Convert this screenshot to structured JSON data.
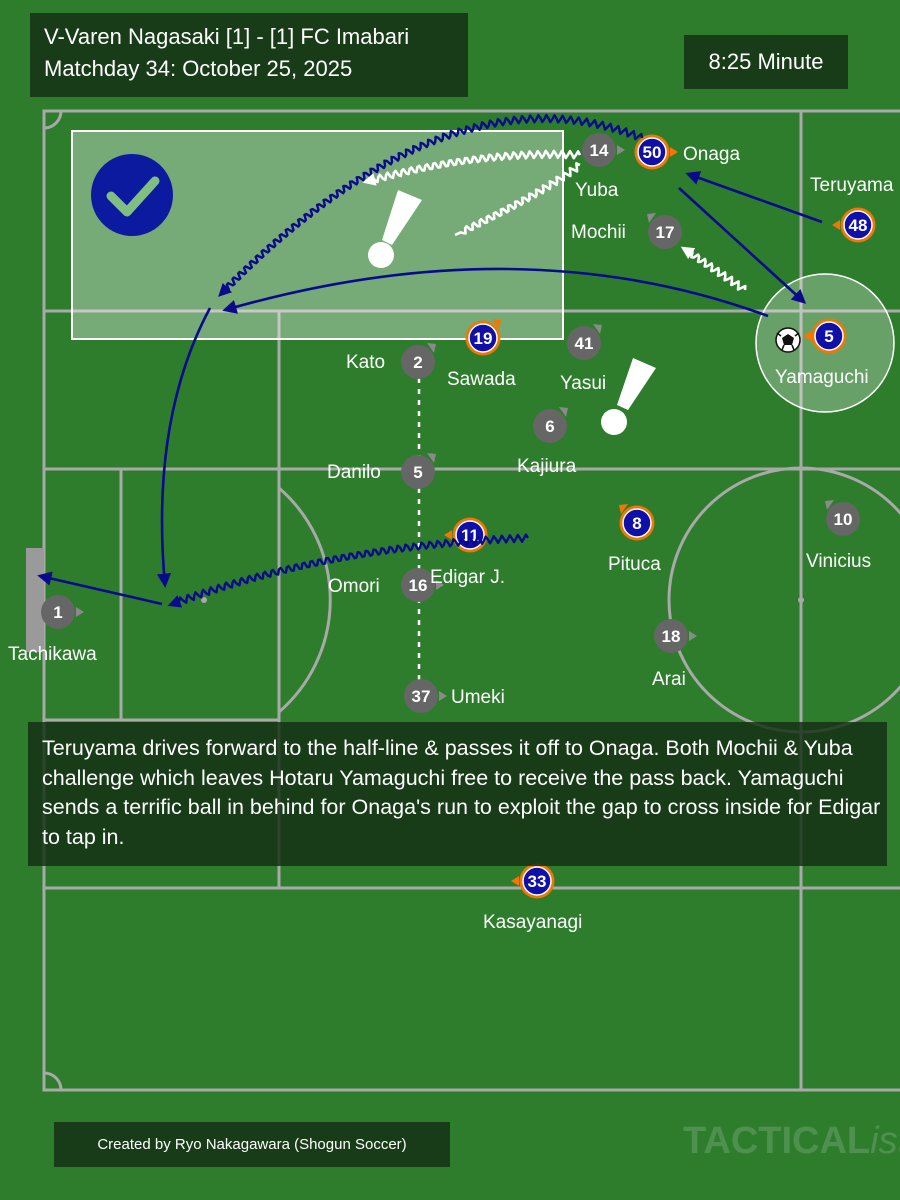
{
  "header": {
    "match_line": "V-Varen Nagasaki [1] - [1] FC Imabari",
    "matchday_line": "Matchday 34: October 25, 2025",
    "minute": "8:25 Minute"
  },
  "caption": "Teruyama drives forward to the half-line & passes it off to Onaga. Both Mochii & Yuba challenge which leaves Hotaru Yamaguchi free to receive the pass back. Yamaguchi sends a terrific ball in behind for Onaga's run to exploit the gap to cross inside for Edigar to tap in.",
  "credit": "Created by Ryo Nakagawara (Shogun Soccer)",
  "watermark": {
    "bold": "TACTICAL",
    "italic": "ista"
  },
  "colors": {
    "pitch": "#2d7d2d",
    "lines": "#a9a9a9",
    "attacker_fill": "#1010a8",
    "attacker_ring": "#f07800",
    "defender_fill": "#666666",
    "arrow": "#0a0a8c",
    "zone_check": "#0c1aa0"
  },
  "icons": {
    "zone_marker": "checkmark-icon",
    "ball": "soccer-ball-icon",
    "alert": "exclamation-icon"
  },
  "players": {
    "attackers": [
      {
        "id": "onaga",
        "number": "50",
        "name": "Onaga"
      },
      {
        "id": "teruyama",
        "number": "48",
        "name": "Teruyama"
      },
      {
        "id": "yamaguchi",
        "number": "5",
        "name": "Yamaguchi"
      },
      {
        "id": "sawada",
        "number": "19",
        "name": "Sawada"
      },
      {
        "id": "edigar",
        "number": "11",
        "name": "Edigar J."
      },
      {
        "id": "pituca",
        "number": "8",
        "name": "Pituca"
      },
      {
        "id": "kasayanagi",
        "number": "33",
        "name": "Kasayanagi"
      }
    ],
    "defenders": [
      {
        "id": "yuba",
        "number": "14",
        "name": "Yuba"
      },
      {
        "id": "mochii",
        "number": "17",
        "name": "Mochii"
      },
      {
        "id": "yasui",
        "number": "41",
        "name": "Yasui"
      },
      {
        "id": "kato",
        "number": "2",
        "name": "Kato"
      },
      {
        "id": "kajiura",
        "number": "6",
        "name": "Kajiura"
      },
      {
        "id": "danilo",
        "number": "5",
        "name": "Danilo"
      },
      {
        "id": "omori",
        "number": "16",
        "name": "Omori"
      },
      {
        "id": "umeki",
        "number": "37",
        "name": "Umeki"
      },
      {
        "id": "vinicius",
        "number": "10",
        "name": "Vinicius"
      },
      {
        "id": "arai",
        "number": "18",
        "name": "Arai"
      },
      {
        "id": "tachikawa",
        "number": "1",
        "name": "Tachikawa"
      }
    ]
  }
}
